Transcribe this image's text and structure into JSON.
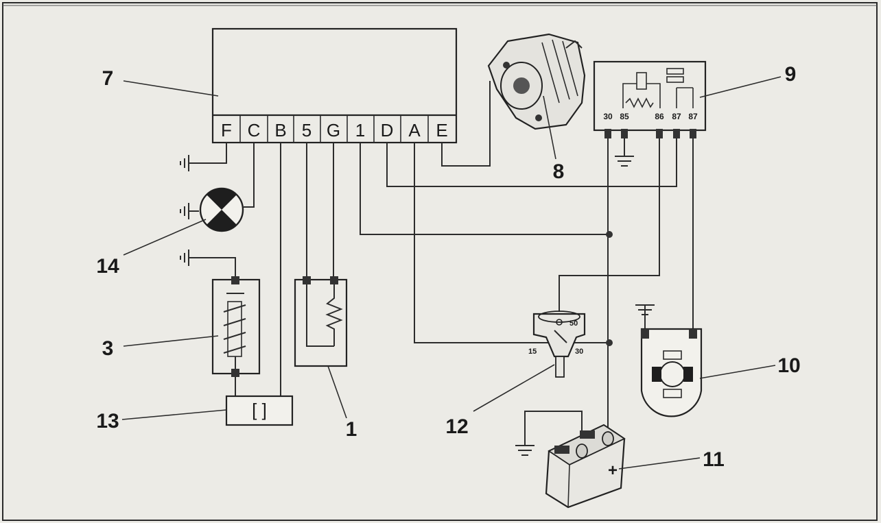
{
  "diagram": {
    "control_unit": {
      "callout": "7",
      "pins": [
        "F",
        "C",
        "B",
        "5",
        "G",
        "1",
        "D",
        "A",
        "E"
      ]
    },
    "callouts": {
      "alternator": "8",
      "relay": "9",
      "motor": "10",
      "battery": "11",
      "ignition_switch": "12",
      "connector": "13",
      "warning_lamp": "14",
      "heater_element": "3",
      "resistor_sensor": "1"
    },
    "relay_pins": [
      "30",
      "85",
      "86",
      "87",
      "87"
    ],
    "ignition_terminals": {
      "t50": "50",
      "t15": "15",
      "t30": "30"
    },
    "battery_symbol": "+",
    "connector_symbol": "[   ]"
  }
}
